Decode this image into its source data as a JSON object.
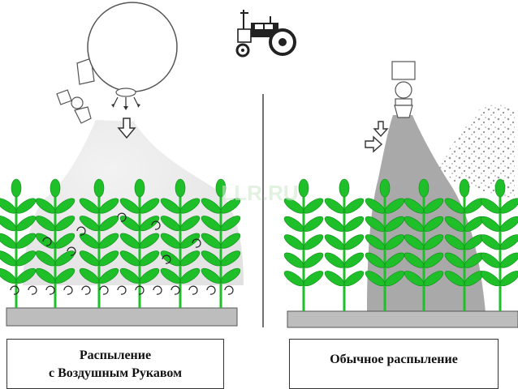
{
  "captions": {
    "left_line1": "Распыление",
    "left_line2": "с Воздушным Рукавом",
    "right": "Обычное распыление"
  },
  "watermark": "LLR.RU",
  "colors": {
    "plant": "#1fbf2a",
    "plant_dark": "#0e8a18",
    "ground": "#bdbdbd",
    "spray_conventional": "#a9a9a9",
    "spray_air": "#e6e6e6",
    "line": "#333333"
  },
  "icons": [
    "tractor-icon",
    "air-sleeve-tank-icon",
    "nozzle-icon",
    "down-arrow-icon",
    "right-arrow-icon",
    "swirl-icon"
  ]
}
